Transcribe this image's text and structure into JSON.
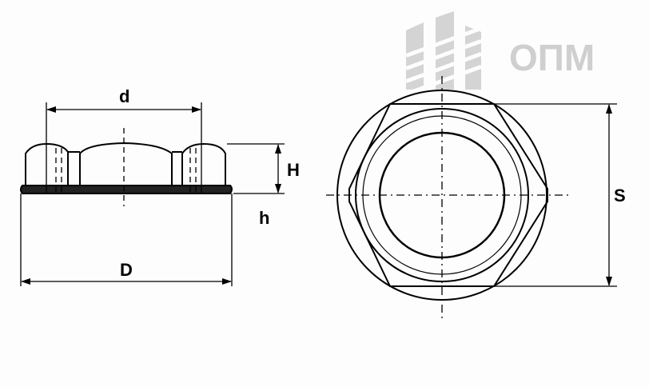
{
  "logo": {
    "text": "ОПМ"
  },
  "labels": {
    "d": "d",
    "H": "H",
    "h": "h",
    "D": "D",
    "S": "S"
  },
  "colors": {
    "line": "#000000",
    "logo": "#cfcfcf"
  }
}
